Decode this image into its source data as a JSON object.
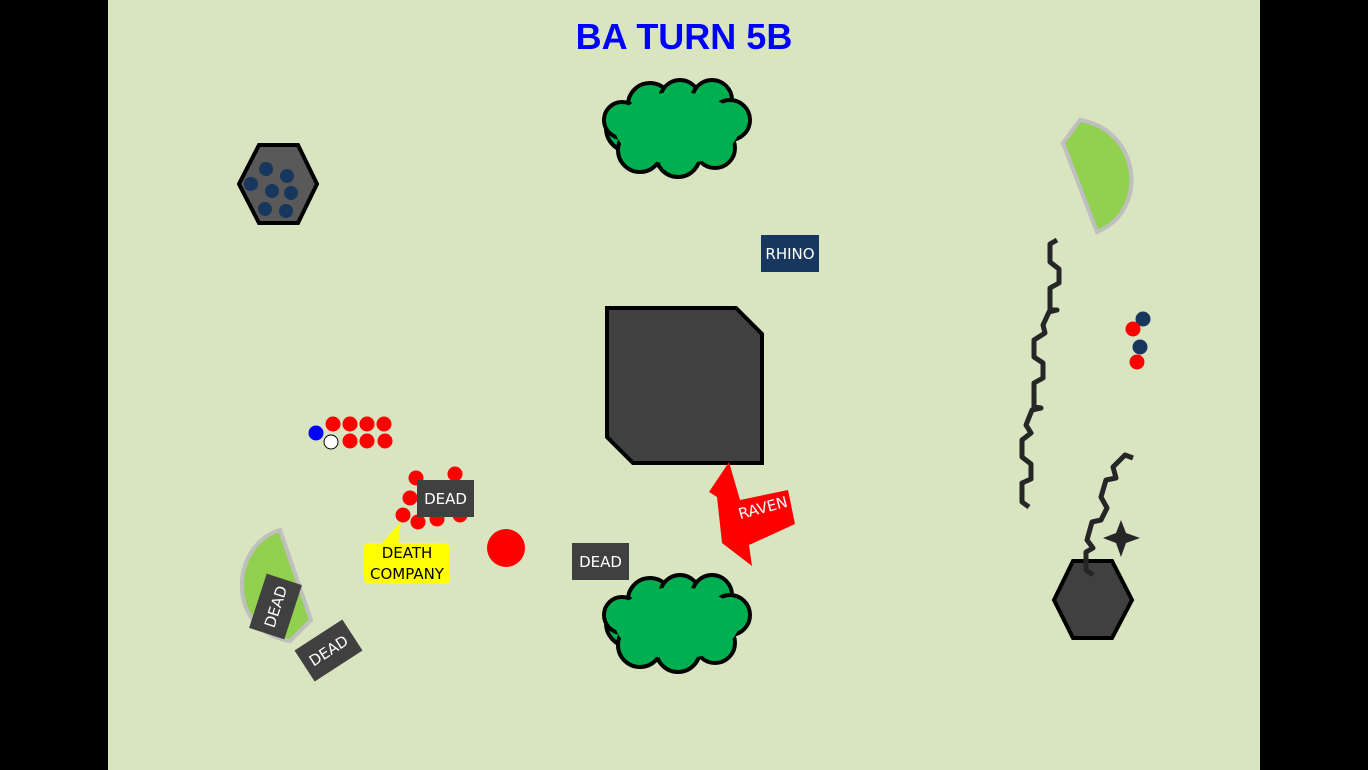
{
  "title": "BA TURN 5B",
  "labels": {
    "rhino": "RHINO",
    "raven": "RAVEN",
    "death_company": "DEATH COMPANY",
    "dead": [
      "DEAD",
      "DEAD",
      "DEAD",
      "DEAD"
    ]
  },
  "colors": {
    "board": "#d9e4c1",
    "title": "#0000ff",
    "forest": "#00b050",
    "hill": "#92d050",
    "building": "#404040",
    "red_unit": "#ff0000",
    "navy_unit": "#17375e",
    "callout": "#ffff00"
  }
}
